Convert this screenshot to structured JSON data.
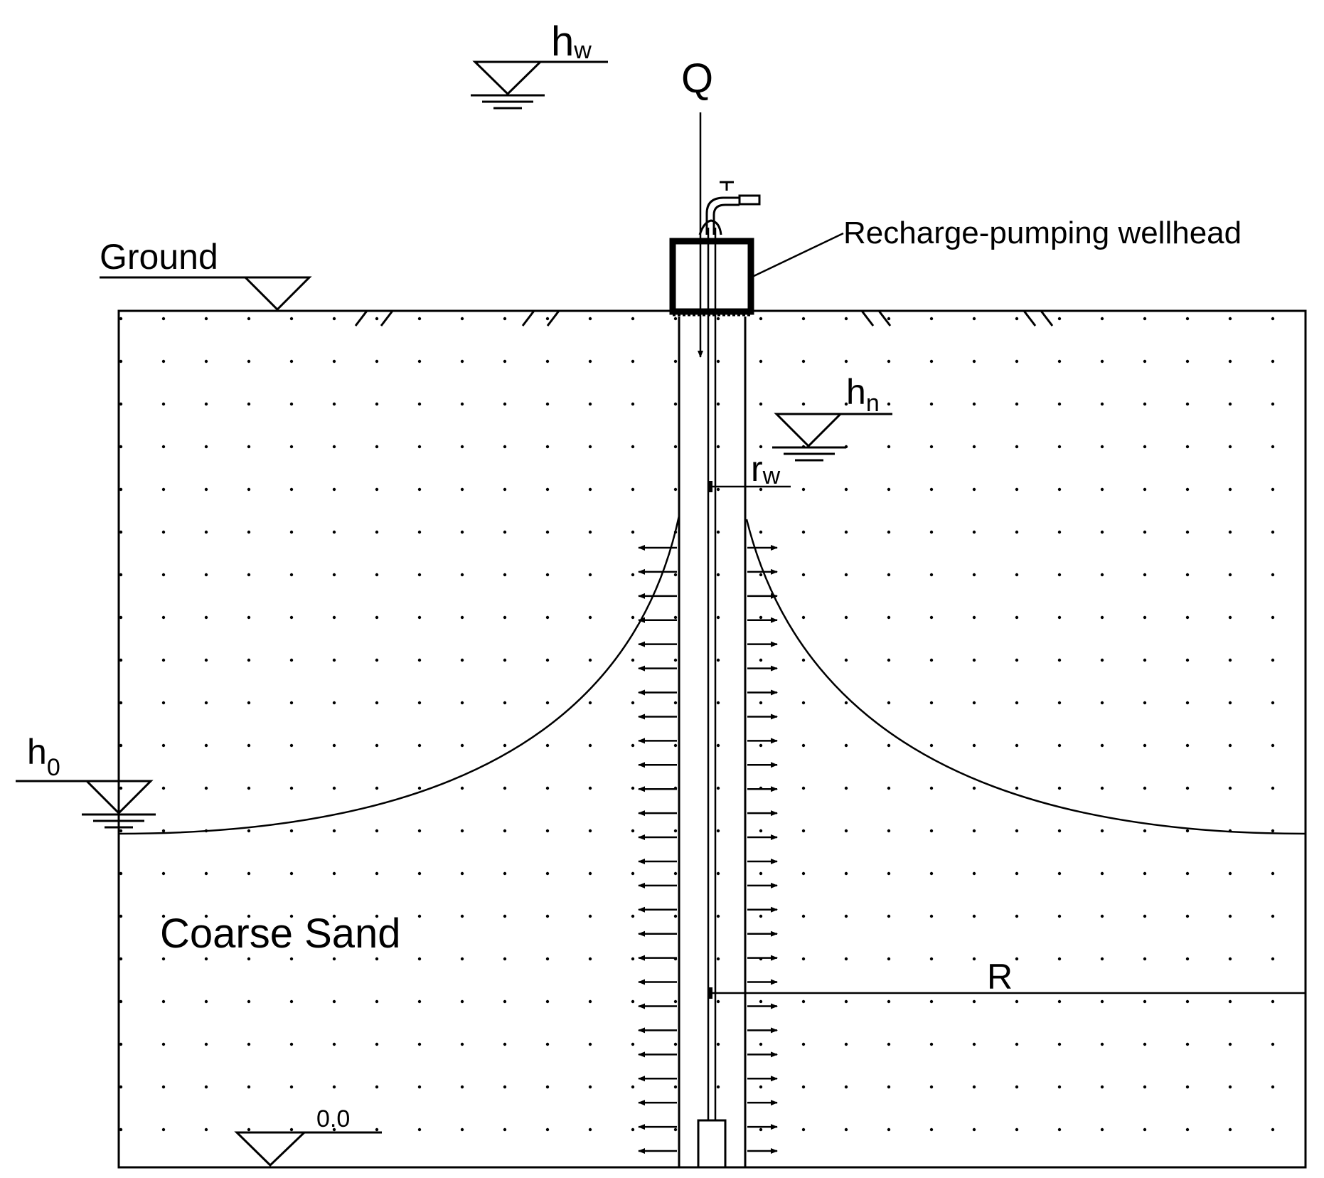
{
  "labels": {
    "hw_main": "h",
    "hw_sub": "w",
    "q": "Q",
    "ground": "Ground",
    "wellhead": "Recharge-pumping wellhead",
    "hn_main": "h",
    "hn_sub": "n",
    "rw_main": "r",
    "rw_sub": "w",
    "h0_main": "h",
    "h0_sub": "0",
    "soil": "Coarse Sand",
    "r": "R",
    "datum": "0.0"
  },
  "arrows": {
    "count_per_side": 26
  }
}
